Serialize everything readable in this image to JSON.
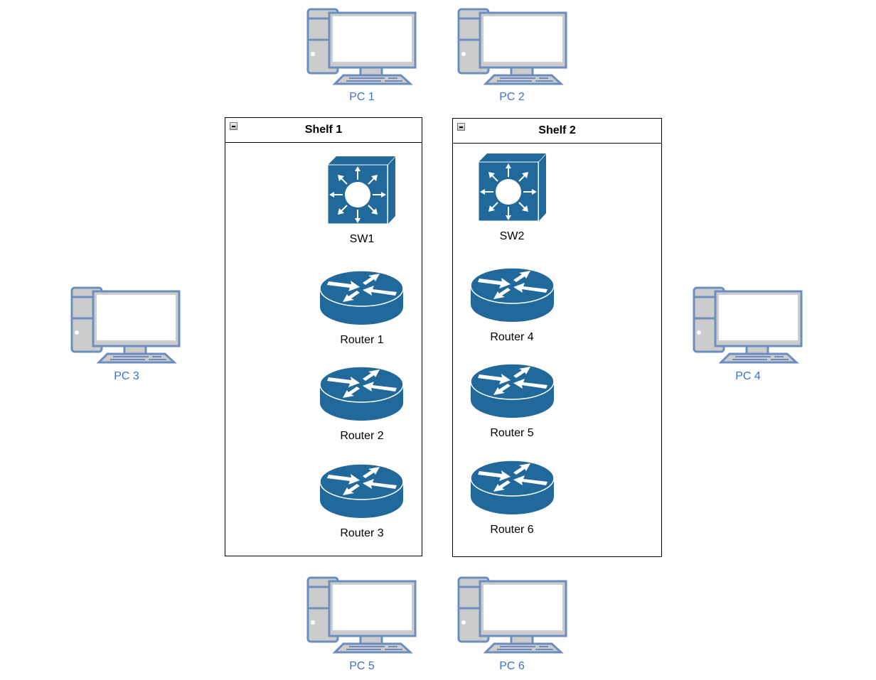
{
  "pcs": [
    {
      "label": "PC 1"
    },
    {
      "label": "PC 2"
    },
    {
      "label": "PC 3"
    },
    {
      "label": "PC 4"
    },
    {
      "label": "PC 5"
    },
    {
      "label": "PC 6"
    }
  ],
  "shelves": [
    {
      "title": "Shelf 1",
      "switch": "SW1",
      "routers": [
        "Router 1",
        "Router 2",
        "Router 3"
      ]
    },
    {
      "title": "Shelf 2",
      "switch": "SW2",
      "routers": [
        "Router 4",
        "Router 5",
        "Router 6"
      ]
    }
  ],
  "colors": {
    "device": "#21689b",
    "pc_stroke": "#6c8ebf",
    "pc_fill": "#cccccc",
    "pc_label": "#3d72c9"
  }
}
